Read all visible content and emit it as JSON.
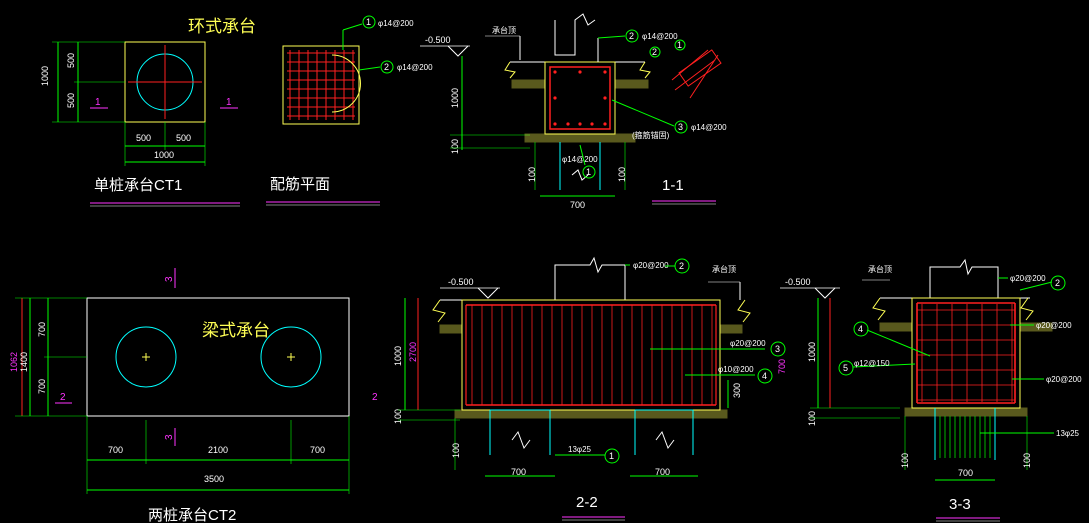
{
  "colors": {
    "background": "#000000",
    "outline": "#ffff55",
    "pile": "#00ffff",
    "rebar": "#ff2020",
    "dimension": "#00ff00",
    "section_mark": "#ff33ff",
    "text": "#ffffff"
  },
  "ct1": {
    "heading": "环式承台",
    "title": "单桩承台CT1",
    "dims": {
      "h_total": "1000",
      "h_top": "500",
      "h_bot": "500",
      "w_left": "500",
      "w_right": "500",
      "w_total": "1000"
    },
    "sec_left": "1",
    "sec_right": "1"
  },
  "plan": {
    "title": "配筋平面",
    "bubble1": "1",
    "rebar1": "φ14@200",
    "bubble2": "2",
    "rebar2": "φ14@200"
  },
  "sec1": {
    "title": "1-1",
    "elevation": "-0.500",
    "note_top": "承台顶",
    "note_right": "(箍筋锚固)",
    "depth": "1000",
    "small": "100",
    "b2": "2",
    "r2": "φ14@200",
    "b3": "3",
    "r3": "φ14@200",
    "b1": "1",
    "r1": "φ14@200",
    "bd1": "2",
    "bd2": "1",
    "d_left": "100",
    "d_right": "100",
    "d_pile": "700"
  },
  "ct2": {
    "heading": "梁式承台",
    "title": "两桩承台CT2",
    "dims": {
      "h_total": "1400",
      "h_top": "700",
      "h_bot": "700",
      "outer": "1062",
      "w_left": "700",
      "w_mid": "2100",
      "w_right": "700",
      "w_total": "3500"
    },
    "sec_top": "3",
    "sec_bot": "3",
    "sec_left": "2"
  },
  "sec2": {
    "title": "2-2",
    "elevation": "-0.500",
    "note_top": "承台顶",
    "depth": "1000",
    "depth2": "2700",
    "small": "100",
    "b2": "2",
    "r2": "φ20@200",
    "b3": "3",
    "r3": "φ20@200",
    "b4": "4",
    "r4": "φ10@200",
    "d300": "300",
    "bot_rebar": "13φ25",
    "b1": "1",
    "d_left": "100",
    "d_p1": "700",
    "d_p2": "700",
    "sec_left": "2"
  },
  "sec3": {
    "title": "3-3",
    "elevation": "-0.500",
    "note_top": "承台顶",
    "depth": "1000",
    "depth2": "700",
    "small": "100",
    "b2": "2",
    "r2": "φ20@200",
    "b4": "4",
    "r4": "φ20@200",
    "b5": "5",
    "r5": "φ12@150",
    "r6": "φ20@200",
    "bot_rebar": "13φ25",
    "d_left": "100",
    "d_pile": "700",
    "d_right": "100"
  }
}
